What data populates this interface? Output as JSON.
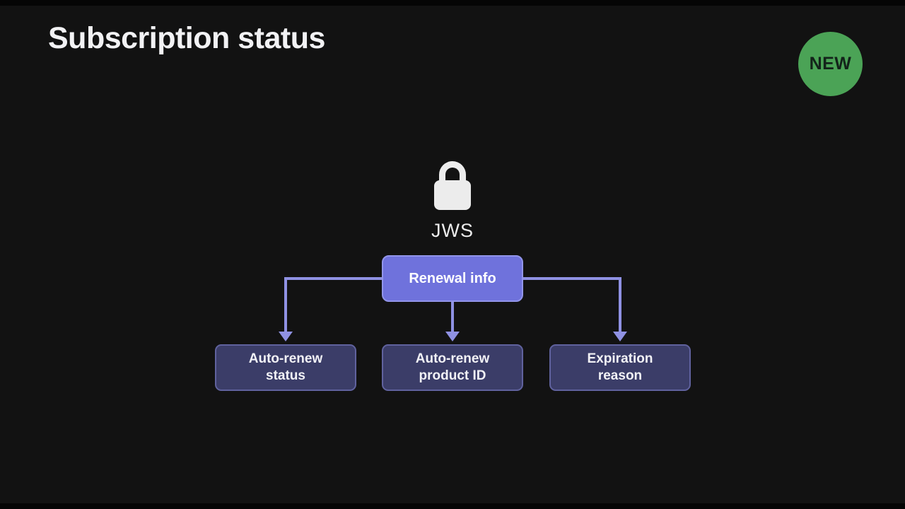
{
  "slide": {
    "title": "Subscription status",
    "badge": "NEW"
  },
  "diagram": {
    "lock_icon": "lock-icon",
    "lock_label": "JWS",
    "root": {
      "label": "Renewal info"
    },
    "children": [
      {
        "label": "Auto-renew\nstatus"
      },
      {
        "label": "Auto-renew\nproduct ID"
      },
      {
        "label": "Expiration\nreason"
      }
    ]
  },
  "colors": {
    "background": "#121212",
    "title_white": "#f2f2f4",
    "badge_green": "#4ba356",
    "icon_white": "#ececec",
    "accent_fill": "#6f72dc",
    "accent_border": "#9295ea",
    "child_fill": "#3b3d68",
    "child_border": "#60629e",
    "connector": "#8f91e3"
  }
}
